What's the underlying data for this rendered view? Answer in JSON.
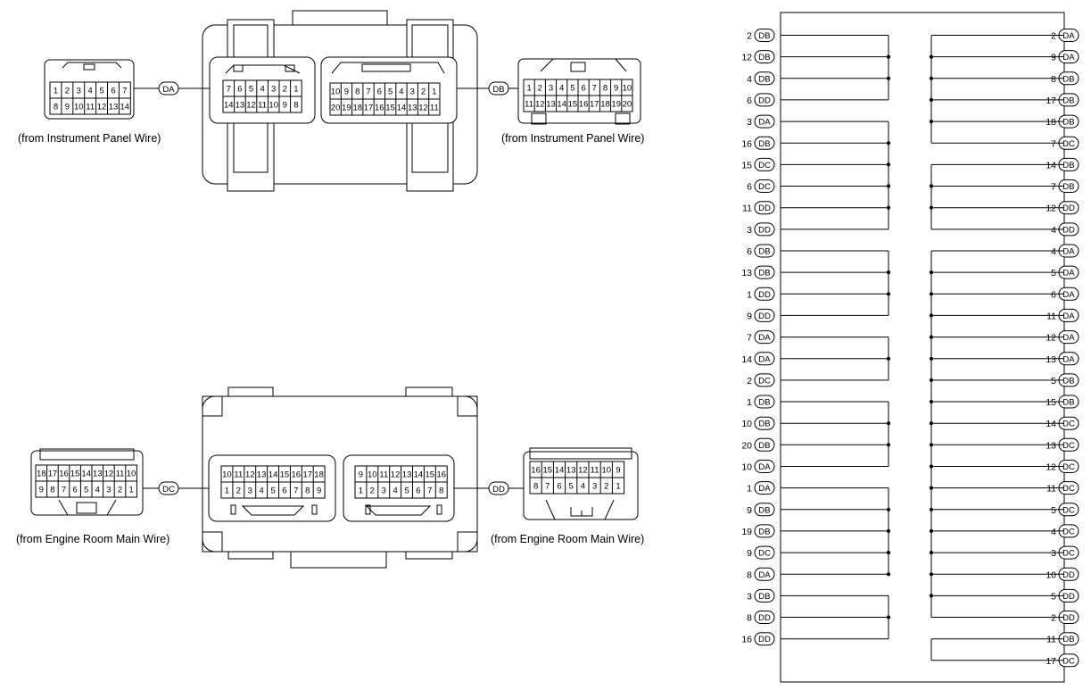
{
  "captions": {
    "da": "(from Instrument Panel Wire)",
    "db": "(from Instrument Panel Wire)",
    "dc": "(from Engine Room Main Wire)",
    "dd": "(from Engine Room Main Wire)"
  },
  "connector_tags": {
    "da": "DA",
    "db": "DB",
    "dc": "DC",
    "dd": "DD"
  },
  "plugs": {
    "da": {
      "top": [
        "1",
        "2",
        "3",
        "4",
        "5",
        "6",
        "7"
      ],
      "bottom": [
        "8",
        "9",
        "10",
        "11",
        "12",
        "13",
        "14"
      ]
    },
    "db": {
      "top": [
        "1",
        "2",
        "3",
        "4",
        "5",
        "6",
        "7",
        "8",
        "9",
        "10"
      ],
      "bottom": [
        "11",
        "12",
        "13",
        "14",
        "15",
        "16",
        "17",
        "18",
        "19",
        "20"
      ]
    },
    "dc": {
      "top": [
        "18",
        "17",
        "16",
        "15",
        "14",
        "13",
        "12",
        "11",
        "10"
      ],
      "bottom": [
        "9",
        "8",
        "7",
        "6",
        "5",
        "4",
        "3",
        "2",
        "1"
      ]
    },
    "dd": {
      "top": [
        "16",
        "15",
        "14",
        "13",
        "12",
        "11",
        "10",
        "9"
      ],
      "bottom": [
        "8",
        "7",
        "6",
        "5",
        "4",
        "3",
        "2",
        "1"
      ]
    }
  },
  "sockets": {
    "da": {
      "top": [
        "7",
        "6",
        "5",
        "4",
        "3",
        "2",
        "1"
      ],
      "bottom": [
        "14",
        "13",
        "12",
        "11",
        "10",
        "9",
        "8"
      ]
    },
    "db": {
      "top": [
        "10",
        "9",
        "8",
        "7",
        "6",
        "5",
        "4",
        "3",
        "2",
        "1"
      ],
      "bottom": [
        "20",
        "19",
        "18",
        "17",
        "16",
        "15",
        "14",
        "13",
        "12",
        "11"
      ]
    },
    "dc": {
      "top": [
        "10",
        "11",
        "12",
        "13",
        "14",
        "15",
        "16",
        "17",
        "18"
      ],
      "bottom": [
        "1",
        "2",
        "3",
        "4",
        "5",
        "6",
        "7",
        "8",
        "9"
      ]
    },
    "dd": {
      "top": [
        "9",
        "10",
        "11",
        "12",
        "13",
        "14",
        "15",
        "16"
      ],
      "bottom": [
        "1",
        "2",
        "3",
        "4",
        "5",
        "6",
        "7",
        "8"
      ]
    }
  },
  "left_terminals": [
    {
      "pin": "2",
      "conn": "DB"
    },
    {
      "pin": "12",
      "conn": "DB"
    },
    {
      "pin": "4",
      "conn": "DB"
    },
    {
      "pin": "6",
      "conn": "DD"
    },
    {
      "pin": "3",
      "conn": "DA"
    },
    {
      "pin": "16",
      "conn": "DB"
    },
    {
      "pin": "15",
      "conn": "DC"
    },
    {
      "pin": "6",
      "conn": "DC"
    },
    {
      "pin": "11",
      "conn": "DD"
    },
    {
      "pin": "3",
      "conn": "DD"
    },
    {
      "pin": "6",
      "conn": "DB"
    },
    {
      "pin": "13",
      "conn": "DB"
    },
    {
      "pin": "1",
      "conn": "DD"
    },
    {
      "pin": "9",
      "conn": "DD"
    },
    {
      "pin": "7",
      "conn": "DA"
    },
    {
      "pin": "14",
      "conn": "DA"
    },
    {
      "pin": "2",
      "conn": "DC"
    },
    {
      "pin": "1",
      "conn": "DB"
    },
    {
      "pin": "10",
      "conn": "DB"
    },
    {
      "pin": "20",
      "conn": "DB"
    },
    {
      "pin": "10",
      "conn": "DA"
    },
    {
      "pin": "1",
      "conn": "DA"
    },
    {
      "pin": "9",
      "conn": "DB"
    },
    {
      "pin": "19",
      "conn": "DB"
    },
    {
      "pin": "9",
      "conn": "DC"
    },
    {
      "pin": "8",
      "conn": "DA"
    },
    {
      "pin": "3",
      "conn": "DB"
    },
    {
      "pin": "8",
      "conn": "DD"
    },
    {
      "pin": "16",
      "conn": "DD"
    }
  ],
  "right_terminals": [
    {
      "pin": "2",
      "conn": "DA"
    },
    {
      "pin": "9",
      "conn": "DA"
    },
    {
      "pin": "8",
      "conn": "DB"
    },
    {
      "pin": "17",
      "conn": "DB"
    },
    {
      "pin": "18",
      "conn": "DB"
    },
    {
      "pin": "7",
      "conn": "DC"
    },
    {
      "pin": "14",
      "conn": "DB"
    },
    {
      "pin": "7",
      "conn": "DB"
    },
    {
      "pin": "12",
      "conn": "DD"
    },
    {
      "pin": "4",
      "conn": "DD"
    },
    {
      "pin": "4",
      "conn": "DA"
    },
    {
      "pin": "5",
      "conn": "DA"
    },
    {
      "pin": "6",
      "conn": "DA"
    },
    {
      "pin": "11",
      "conn": "DA"
    },
    {
      "pin": "12",
      "conn": "DA"
    },
    {
      "pin": "13",
      "conn": "DA"
    },
    {
      "pin": "5",
      "conn": "DB"
    },
    {
      "pin": "15",
      "conn": "DB"
    },
    {
      "pin": "14",
      "conn": "DC"
    },
    {
      "pin": "13",
      "conn": "DC"
    },
    {
      "pin": "12",
      "conn": "DC"
    },
    {
      "pin": "11",
      "conn": "DC"
    },
    {
      "pin": "5",
      "conn": "DC"
    },
    {
      "pin": "4",
      "conn": "DC"
    },
    {
      "pin": "3",
      "conn": "DC"
    },
    {
      "pin": "10",
      "conn": "DD"
    },
    {
      "pin": "5",
      "conn": "DD"
    },
    {
      "pin": "2",
      "conn": "DD"
    },
    {
      "pin": "11",
      "conn": "DB"
    },
    {
      "pin": "17",
      "conn": "DC"
    }
  ],
  "left_groups": [
    {
      "rows": [
        0,
        1,
        2,
        3
      ],
      "dots": [
        1,
        2
      ]
    },
    {
      "rows": [
        4,
        5,
        6,
        7,
        8,
        9
      ],
      "dots": [
        5,
        6,
        7,
        8
      ]
    },
    {
      "rows": [
        10,
        11,
        12,
        13
      ],
      "dots": [
        11,
        12
      ]
    },
    {
      "rows": [
        14,
        15,
        16
      ],
      "dots": [
        15
      ]
    },
    {
      "rows": [
        17,
        18,
        19,
        20
      ],
      "dots": [
        18,
        19
      ]
    },
    {
      "rows": [
        21,
        22,
        23,
        24,
        25
      ],
      "dots": [
        22,
        23,
        24,
        25
      ]
    },
    {
      "rows": [
        26,
        27,
        28
      ],
      "dots": [
        27
      ]
    }
  ],
  "right_groups": [
    {
      "rows": [
        0,
        1,
        2,
        3,
        4,
        5
      ],
      "dots": [
        1,
        2,
        3,
        4
      ]
    },
    {
      "rows": [
        6,
        7,
        8,
        9
      ],
      "dots": [
        7,
        8
      ]
    },
    {
      "rows": [
        10,
        11,
        12,
        13,
        14,
        15,
        16,
        17,
        18,
        19,
        20,
        21,
        22,
        23,
        24,
        25,
        26,
        27
      ],
      "dots": [
        11,
        12,
        13,
        14,
        15,
        16,
        17,
        18,
        19,
        20,
        21,
        22,
        23,
        24,
        25,
        26
      ]
    },
    {
      "rows": [
        28,
        29
      ],
      "dots": []
    }
  ]
}
